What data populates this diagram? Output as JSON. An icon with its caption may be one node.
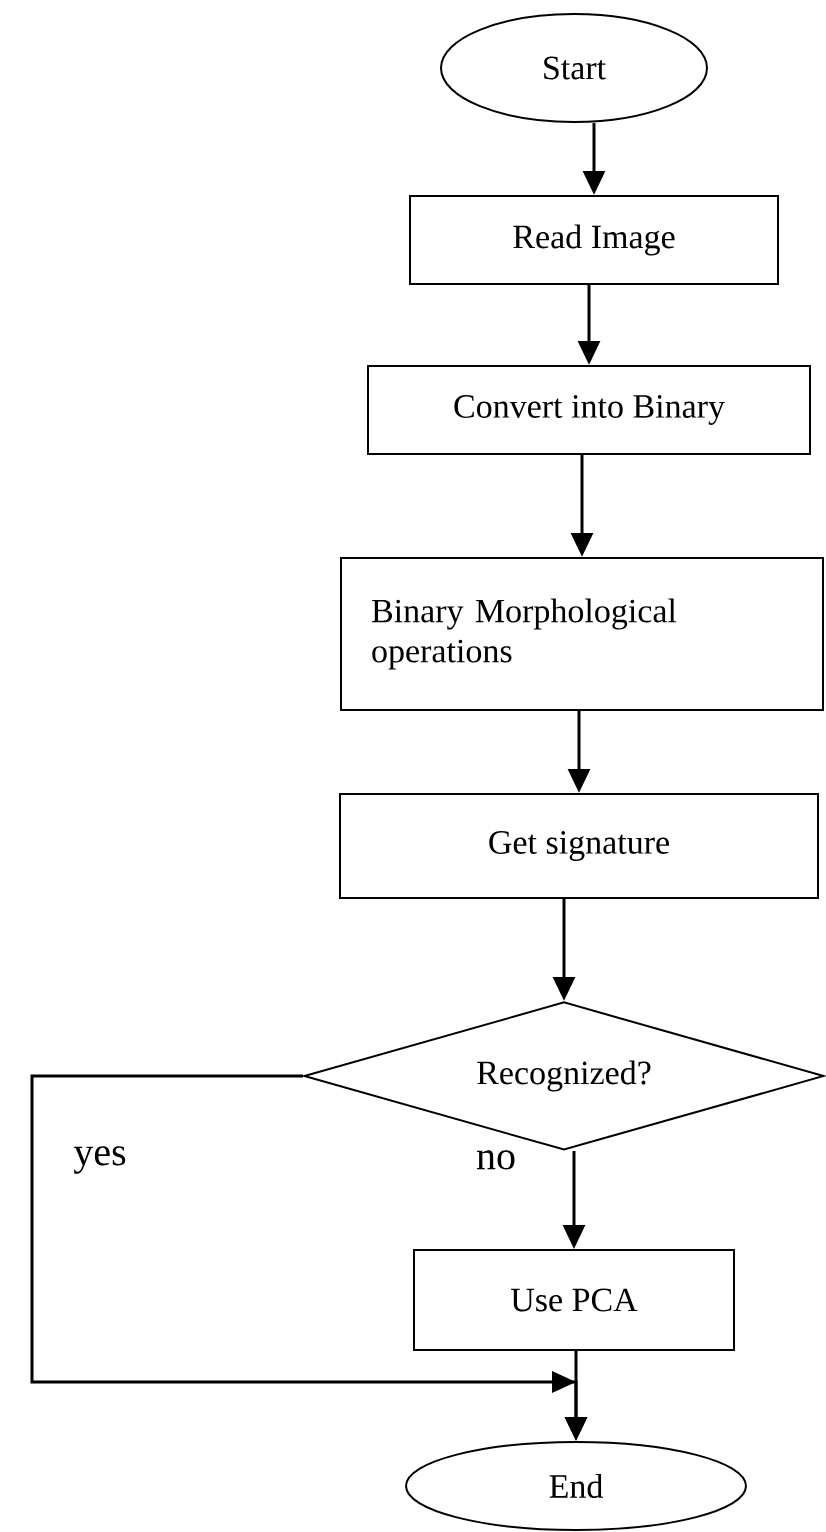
{
  "diagram": {
    "nodes": [
      {
        "text": [
          "Start"
        ]
      },
      {
        "text": [
          "Read  Image"
        ]
      },
      {
        "text": [
          "Convert into Binary"
        ]
      },
      {
        "text": [
          "Binary Morphological operations"
        ]
      },
      {
        "text": [
          "Get signature"
        ]
      },
      {
        "text": [
          "Recognized?"
        ]
      },
      {
        "text": [
          "Use PCA"
        ]
      },
      {
        "text": [
          "End"
        ]
      }
    ],
    "edges": [
      {
        "from": 0,
        "to": 1,
        "arrow": "to"
      },
      {
        "from": 1,
        "to": 2,
        "arrow": "to"
      },
      {
        "from": 2,
        "to": 3,
        "arrow": "to"
      },
      {
        "from": 3,
        "to": 4,
        "arrow": "to"
      },
      {
        "from": 4,
        "to": 5,
        "arrow": "to"
      },
      {
        "from": 5,
        "to": 6,
        "arrow": "to",
        "label": "no"
      },
      {
        "from": 6,
        "to": 7,
        "arrow": "to"
      },
      {
        "from": 5,
        "to": 7,
        "arrow": "to",
        "label": "yes"
      }
    ]
  }
}
